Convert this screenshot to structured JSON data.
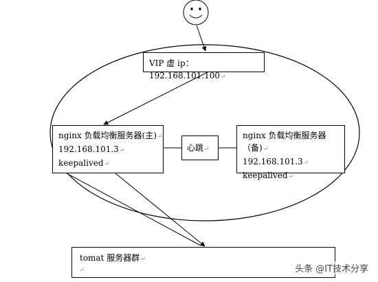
{
  "vip": {
    "label": "VIP 虚 ip：192.168.101.100"
  },
  "primary": {
    "title": "nginx 负载均衡服务器(主)",
    "ip": "192.168.101.3",
    "software": "keepalived"
  },
  "backup": {
    "title": "nginx 负载均衡服务器（备)",
    "ip": "192.168.101.3",
    "software": "keepalived"
  },
  "heartbeat": {
    "label": "心跳"
  },
  "tomcat": {
    "label": "tomat 服务器群"
  },
  "user": {
    "icon": "smiley-face-icon"
  },
  "paragraph_mark": "↵",
  "watermark": "头条 @IT技术分享"
}
